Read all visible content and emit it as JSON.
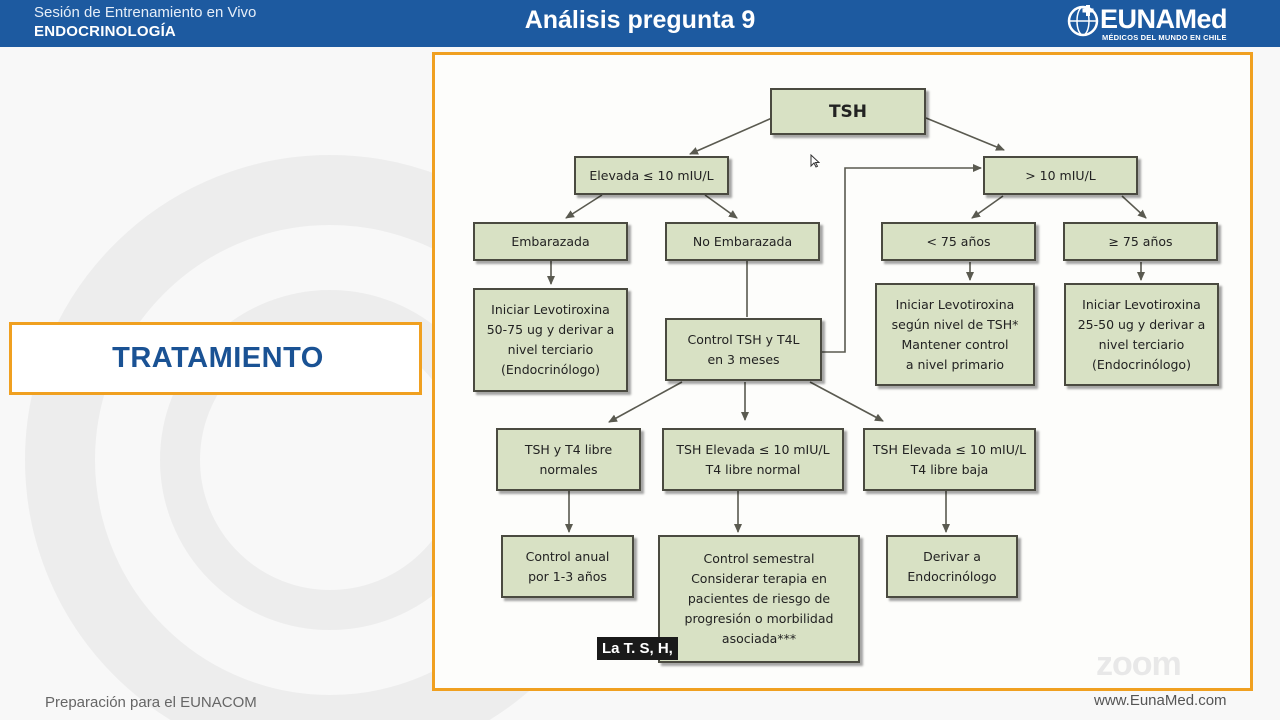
{
  "header": {
    "subtitle": "Sesión de Entrenamiento en Vivo",
    "section": "ENDOCRINOLOGÍA",
    "title": "Análisis pregunta 9",
    "logo_brand": "EUNAMed",
    "logo_tagline": "MÉDICOS DEL MUNDO EN CHILE"
  },
  "side_label": "TRATAMIENTO",
  "flowchart": {
    "root": "TSH",
    "elevada": "Elevada ≤ 10 mIU/L",
    "mayor10": "> 10 mIU/L",
    "embarazada": "Embarazada",
    "no_embarazada": "No Embarazada",
    "menor75": "< 75 años",
    "mayor75": "≥ 75 años",
    "levo_embarazada": "Iniciar Levotiroxina\n50-75 ug y derivar  a\nnivel terciario\n(Endocrinólogo)",
    "control_tsh": "Control TSH y T4L\nen 3 meses",
    "levo_menor75": "Iniciar Levotiroxina\nsegún nivel de TSH*\nMantener control\na nivel primario",
    "levo_mayor75": "Iniciar Levotiroxina\n25-50 ug y derivar a\nnivel terciario\n(Endocrinólogo)",
    "normales": "TSH y T4 libre\nnormales",
    "t4_normal": "TSH Elevada ≤ 10 mIU/L\nT4 libre normal",
    "t4_baja": "TSH Elevada ≤ 10 mIU/L\nT4 libre baja",
    "control_anual": "Control anual\npor 1-3 años",
    "control_semestral": "Control semestral\nConsiderar terapia en\npacientes de riesgo de\nprogresión o morbilidad\nasociada***",
    "derivar": "Derivar a\nEndocrinólogo"
  },
  "caption": "La T. S, H,",
  "watermark": "zoom",
  "footer": {
    "left": "Preparación para el EUNACOM",
    "right": "www.EunaMed.com"
  },
  "colors": {
    "header_bg": "#1d5aa0",
    "accent_orange": "#f0a020",
    "title_blue": "#1a5294",
    "box_fill": "#d8e1c4"
  }
}
